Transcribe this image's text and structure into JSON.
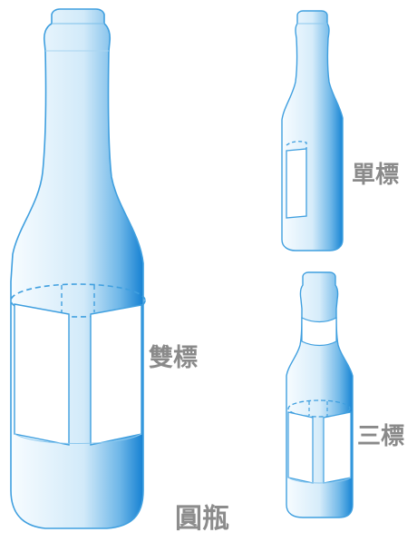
{
  "labels": {
    "single": "單標",
    "double": "雙標",
    "triple": "三標",
    "title": "圓瓶"
  },
  "colors": {
    "bottle_light": "#f4fbff",
    "bottle_dark": "#1a86d4",
    "outline": "#4aa6e2",
    "label_fill": "#ffffff",
    "text": "#8a8a8a"
  }
}
